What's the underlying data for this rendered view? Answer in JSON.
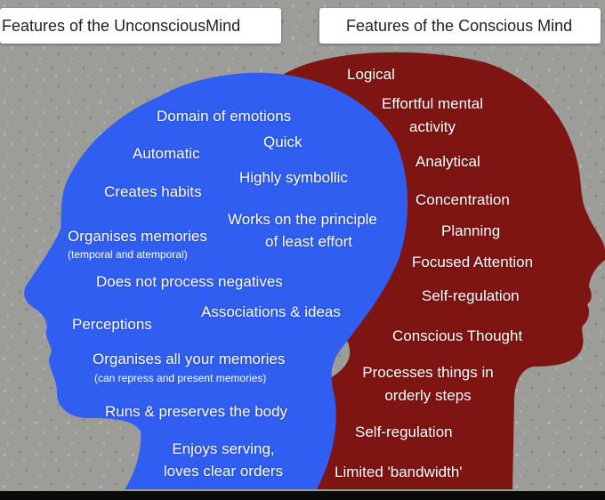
{
  "colors": {
    "unconscious": "#2f5ef0",
    "conscious": "#7e1512",
    "background": "#9c9c98"
  },
  "headers": {
    "unconscious": "Features of the UnconsciousMind",
    "conscious": "Features of the Conscious Mind"
  },
  "unconscious": {
    "domain_of_emotions": "Domain of emotions",
    "automatic": "Automatic",
    "quick": "Quick",
    "highly_symbolic": "Highly symbollic",
    "creates_habits": "Creates habits",
    "works_on_principle": "Works on the principle",
    "least_effort": "of least effort",
    "organises_memories": "Organises memories",
    "organises_memories_note": "(temporal and atemporal)",
    "no_negatives": "Does not process negatives",
    "associations": "Associations & ideas",
    "perceptions": "Perceptions",
    "organises_all": "Organises all your memories",
    "organises_all_note": "(can repress and present memories)",
    "runs_body": "Runs & preserves the body",
    "enjoys_serving": "Enjoys serving,",
    "clear_orders": "loves clear orders"
  },
  "conscious": {
    "logical": "Logical",
    "effortful": "Effortful mental",
    "activity": "activity",
    "analytical": "Analytical",
    "concentration": "Concentration",
    "planning": "Planning",
    "focused_attention": "Focused Attention",
    "self_regulation_1": "Self-regulation",
    "conscious_thought": "Conscious Thought",
    "processes_things": "Processes things in",
    "orderly_steps": "orderly steps",
    "self_regulation_2": "Self-regulation",
    "bandwidth": "Limited 'bandwidth'"
  }
}
